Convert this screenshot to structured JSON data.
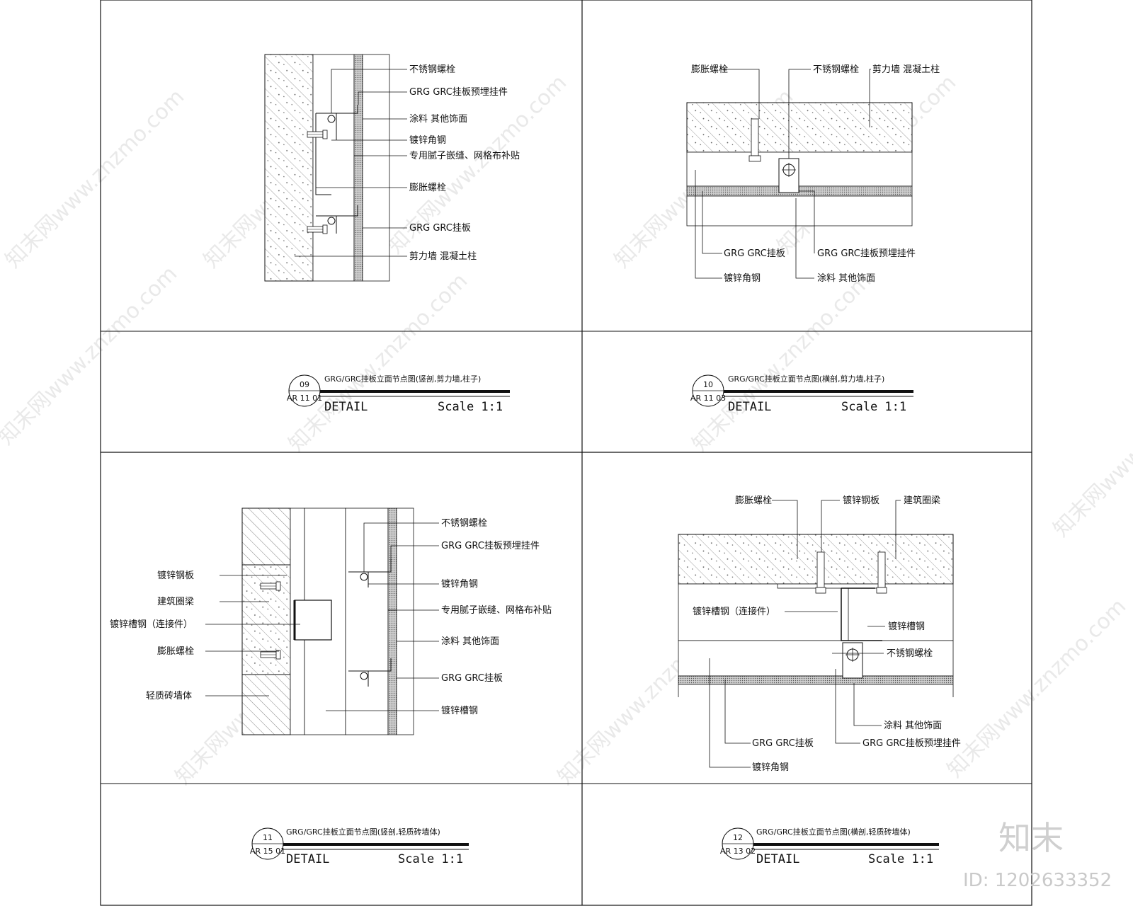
{
  "details": [
    {
      "title": "GRG/GRC挂板立面节点图(竖剖,剪力墙,柱子)",
      "number": "09",
      "sheet": "AR 11 01",
      "detail": "DETAIL",
      "scale": "Scale 1:1",
      "labels": [
        "不锈钢螺栓",
        "GRG GRC挂板预埋挂件",
        "涂料 其他饰面",
        "镀锌角钢",
        "专用腻子嵌缝、网格布补贴",
        "膨胀螺栓",
        "GRG GRC挂板",
        "剪力墙 混凝土柱"
      ]
    },
    {
      "title": "GRG/GRC挂板立面节点图(横剖,剪力墙,柱子)",
      "number": "10",
      "sheet": "AR 11 03",
      "detail": "DETAIL",
      "scale": "Scale 1:1",
      "labels": [
        "膨胀螺栓",
        "不锈钢螺栓",
        "剪力墙 混凝土柱",
        "GRG GRC挂板",
        "GRG GRC挂板预埋挂件",
        "镀锌角钢",
        "涂料 其他饰面"
      ]
    },
    {
      "title": "GRG/GRC挂板立面节点图(竖剖,轻质砖墙体)",
      "number": "11",
      "sheet": "AR 15 01",
      "detail": "DETAIL",
      "scale": "Scale 1:1",
      "labels": [
        "不锈钢螺栓",
        "GRG GRC挂板预埋挂件",
        "镀锌钢板",
        "建筑圈梁",
        "镀锌槽钢（连接件）",
        "镀锌角钢",
        "专用腻子嵌缝、网格布补贴",
        "涂料 其他饰面",
        "膨胀螺栓",
        "GRG GRC挂板",
        "轻质砖墙体",
        "镀锌槽钢"
      ]
    },
    {
      "title": "GRG/GRC挂板立面节点图(横剖,轻质砖墙体)",
      "number": "12",
      "sheet": "AR 13 02",
      "detail": "DETAIL",
      "scale": "Scale 1:1",
      "labels": [
        "膨胀螺栓",
        "镀锌钢板",
        "建筑圈梁",
        "镀锌槽钢（连接件）",
        "镀锌槽钢",
        "不锈钢螺栓",
        "涂料 其他饰面",
        "GRG GRC挂板",
        "GRG GRC挂板预埋挂件",
        "镀锌角钢"
      ]
    }
  ],
  "watermark": {
    "text": "知末网www.znzmo.com",
    "brand": "知末",
    "id": "ID: 1202633352"
  },
  "colors": {
    "line": "#111111",
    "hatch": "#555555",
    "board": "#9a9a9a",
    "watermark": "#d0d0d0"
  }
}
